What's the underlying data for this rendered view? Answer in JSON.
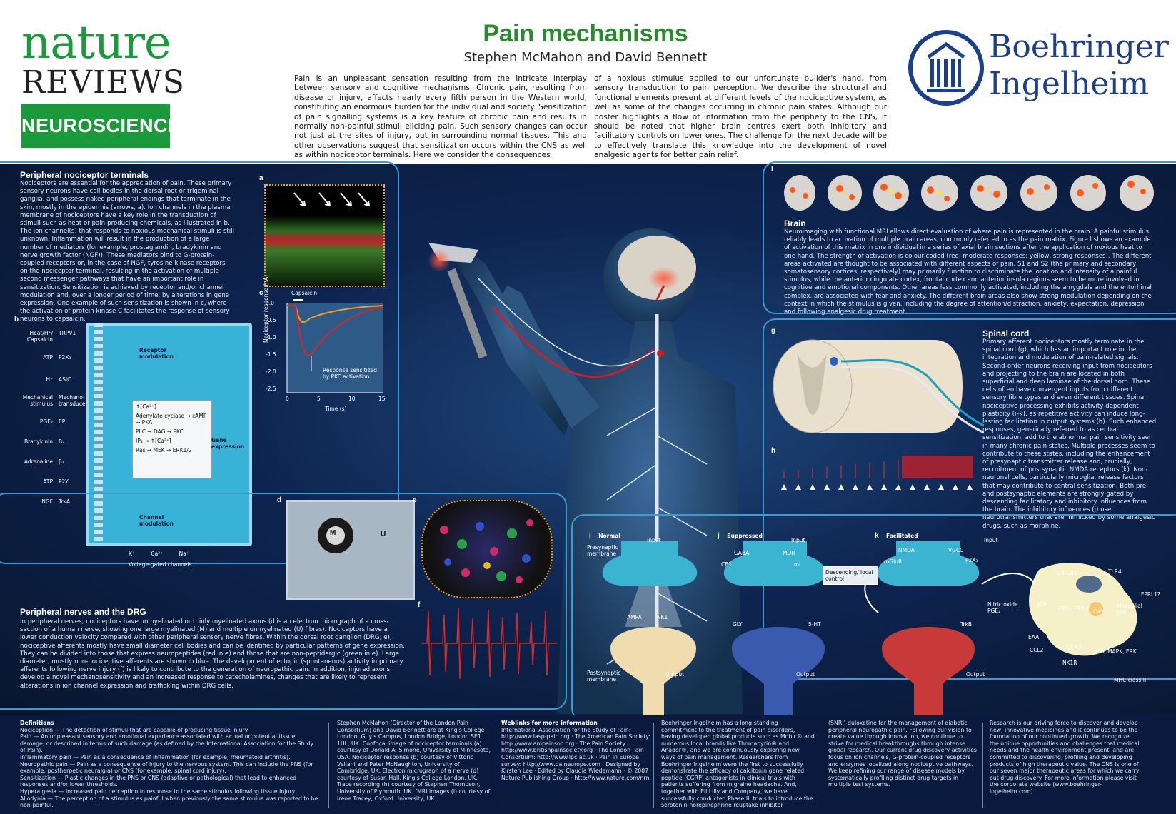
{
  "header": {
    "nature": "nature",
    "reviews": "REVIEWS",
    "neuroscience": "NEUROSCIENCE",
    "title": "Pain mechanisms",
    "authors": "Stephen McMahon and David Bennett",
    "intro_left": "Pain is an unpleasant sensation resulting from the intricate interplay between sensory and cognitive mechanisms. Chronic pain, resulting from disease or injury, affects nearly every fifth person in the Western world, constituting an enormous burden for the individual and society. Sensitization of pain signalling systems is a key feature of chronic pain and results in normally non-painful stimuli eliciting pain. Such sensory changes can occur not just at the sites of injury, but in surrounding normal tissues. This and other observations suggest that sensitization occurs within the CNS as well as within nociceptor terminals. Here we consider the consequences",
    "intro_right": "of a noxious stimulus applied to our unfortunate builder's hand, from sensory transduction to pain perception. We describe the structural and functional elements present at different levels of the nociceptive system, as well as some of the changes occurring in chronic pain states. Although our poster highlights a flow of information from the periphery to the CNS, it should be noted that higher brain centres exert both inhibitory and facilitatory controls on lower ones. The challenge for the next decade will be to effectively translate this knowledge into the development of novel analgesic agents for better pain relief.",
    "bi_line1": "Boehringer",
    "bi_line2": "Ingelheim"
  },
  "peripheral": {
    "title": "Peripheral nociceptor terminals",
    "text": "Nociceptors are essential for the appreciation of pain. These primary sensory neurons have cell bodies in the dorsal root or trigeminal ganglia, and possess naked peripheral endings that terminate in the skin, mostly in the epidermis (arrows, a). Ion channels in the plasma membrane of nociceptors have a key role in the transduction of stimuli such as heat or pain-producing chemicals, as illustrated in b. The ion channel(s) that responds to noxious mechanical stimuli is still unknown. Inflammation will result in the production of a large number of mediators (for example, prostaglandin, bradykinin and nerve growth factor (NGF)). These mediators bind to G-protein-coupled receptors or, in the case of NGF, tyrosine kinase receptors on the nociceptor terminal, resulting in the activation of multiple second messenger pathways that have an important role in sensitization. Sensitization is achieved by receptor and/or channel modulation and, over a longer period of time, by alterations in gene expression. One example of such sensitization is shown in c, where the activation of protein kinase C facilitates the response of sensory neurons to capsaicin."
  },
  "panel_b": {
    "label": "b",
    "stimuli": [
      "Heat/H⁺/ Capsaicin",
      "ATP",
      "H⁺",
      "Mechanical stimulus",
      "PGE₂",
      "Bradykinin",
      "Adrenaline",
      "ATP",
      "NGF"
    ],
    "receptors": [
      "TRPV1",
      "P2X₃",
      "ASIC",
      "Mechano- transducer",
      "EP",
      "B₂",
      "β₂",
      "P2Y",
      "TrkA"
    ],
    "receptor_modulation": "Receptor modulation",
    "channel_modulation": "Channel modulation",
    "gene_expression": "Gene expression",
    "pathway_1": "↑[Ca²⁺]",
    "pathway_2": "Adenylate cyclase → cAMP → PKA",
    "pathway_3": "PLC → DAG → PKC",
    "pathway_4": "IP₃ → ↑[Ca²⁺]",
    "pathway_5": "Ras → MEK → ERK1/2",
    "channels": [
      "K⁺",
      "Ca²⁺",
      "Na⁺"
    ],
    "channels_label": "Voltage-gated channels"
  },
  "panel_a": {
    "label": "a"
  },
  "panel_c": {
    "label": "c",
    "capsaicin": "Capsaicin",
    "ylabel": "Nociceptor response (nA)",
    "xlabel": "Time (s)",
    "annotation": "Response sensitized by PKC activation",
    "yticks": [
      "0.0",
      "-0.5",
      "-1.0",
      "-1.5",
      "-2.0",
      "-2.5"
    ],
    "xticks": [
      "0",
      "5",
      "10",
      "15"
    ]
  },
  "nerves": {
    "title": "Peripheral nerves and the DRG",
    "text": "In peripheral nerves, nociceptors have unmyelinated or thinly myelinated axons (d is an electron micrograph of a cross-section of a human nerve, showing one large myelinated (M) and multiple unmyelinated (U) fibres). Nociceptors have a lower conduction velocity compared with other peripheral sensory nerve fibres. Within the dorsal root ganglion (DRG; e), nociceptive afferents mostly have small diameter cell bodies and can be identified by particular patterns of gene expression. They can be divided into those that express neuropeptides (red in e) and those that are non-peptidergic (green in e). Large diameter, mostly non-nociceptive afferents are shown in blue. The development of ectopic (spontaneous) activity in primary afferents following nerve injury (f) is likely to contribute to the generation of neuropathic pain. In addition, injured axons develop a novel mechanosensitivity and an increased response to catecholamines, changes that are likely to represent alterations in ion channel expression and trafficking within DRG cells.",
    "label_d": "d",
    "label_e": "e",
    "label_f": "f",
    "m": "M",
    "u": "U"
  },
  "brain": {
    "label": "l",
    "title": "Brain",
    "text": "Neuroimaging with functional MRI allows direct evaluation of where pain is represented in the brain. A painful stimulus reliably leads to activation of multiple brain areas, commonly referred to as the pain matrix. Figure l shows an example of activation of this matrix in one individual in a series of axial brain sections after the application of noxious heat to one hand. The strength of activation is colour-coded (red, moderate responses; yellow, strong responses). The different areas activated are thought to be associated with different aspects of pain. S1 and S2 (the primary and secondary somatosensory cortices, respectively) may primarily function to discriminate the location and intensity of a painful stimulus, while the anterior cingulate cortex, frontal cortex and anterior insula regions seem to be more involved in cognitive and emotional components. Other areas less commonly activated, including the amygdala and the entorhinal complex, are associated with fear and anxiety. The different brain areas also show strong modulation depending on the context in which the stimulus is given, including the degree of attention/distraction, anxiety, expectation, depression and following analgesic drug treatment."
  },
  "spinal": {
    "label_g": "g",
    "label_h": "h",
    "title": "Spinal cord",
    "text": "Primary afferent nociceptors mostly terminate in the spinal cord (g), which has an important role in the integration and modulation of pain-related signals. Second-order neurons receiving input from nociceptors and projecting to the brain are located in both superficial and deep laminae of the dorsal horn. These cells often have convergent inputs from different sensory fibre types and even different tissues. Spinal nociceptive processing exhibits activity-dependent plasticity (i–k), as repetitive activity can induce long-lasting facilitation in output systems (h). Such enhanced responses, generically referred to as central sensitization, add to the abnormal pain sensitivity seen in many chronic pain states. Multiple processes seem to contribute to these states, including the enhancement of presynaptic transmitter release and, crucially, recruitment of postsynaptic NMDA receptors (k). Non-neuronal cells, particularly microglia, release factors that may contribute to central sensitization. Both pre- and postsynaptic elements are strongly gated by descending facilitatory and inhibitory influences from the brain. The inhibitory influences (j) use neurotransmitters that are mimicked by some analgesic drugs, such as morphine."
  },
  "synapses": {
    "i_label": "i",
    "i_title": "Normal",
    "j_label": "j",
    "j_title": "Suppressed",
    "k_label": "k",
    "k_title": "Facilitated",
    "presynaptic": "Presynaptic membrane",
    "postsynaptic": "Postsynaptic membrane",
    "input": "Input",
    "output": "Output",
    "descending": "Descending/ local control",
    "no": "Nitric oxide PGE₂",
    "microglial": "Microglial cell",
    "ampa": "AMPA",
    "nk1": "NK1",
    "gaba": "GABA",
    "cb1": "CB1",
    "mor": "MOR",
    "alpha2": "α₂",
    "gly": "GLY",
    "ht": "5-HT",
    "nmda": "NMDA",
    "mglur": "mGluR",
    "vgcc": "VGCC",
    "p2x3": "P2X₃",
    "trkb": "TrkB",
    "cx3cr1": "CX₃CR1",
    "tlr4": "TLR4",
    "fprl1": "FPRL1?",
    "atp": "ATP",
    "p2x": "P2X₄, P2X₇?",
    "ca": "Ca²⁺",
    "eaa": "EAA",
    "ccl2": "CCL2",
    "ccr2": "CCR2",
    "p38": "p38, MAPK, ERK",
    "nk1r": "NK1R",
    "mhc": "MHC class II"
  },
  "footer": {
    "def_title": "Definitions",
    "defs": [
      "Nociception — The detection of stimuli that are capable of producing tissue injury.",
      "Pain — An unpleasant sensory and emotional experience associated with actual or potential tissue damage, or described in terms of such damage (as defined by the International Association for the Study of Pain).",
      "Inflammatory pain — Pain as a consequence of inflammation (for example, rheumatoid arthritis).",
      "Neuropathic pain — Pain as a consequence of injury to the nervous system. This can include the PNS (for example, postherpetic neuralgia) or CNS (for example, spinal cord injury).",
      "Sensitization — Plastic changes in the PNS or CNS (adaptive or pathological) that lead to enhanced responses and/or lower thresholds.",
      "Hyperalgesia — Increased pain perception in response to the same stimulus following tissue injury.",
      "Allodynia — The perception of a stimulus as painful when previously the same stimulus was reported to be non-painful."
    ],
    "credits": "Stephen McMahon (Director of the London Pain Consortium) and David Bennett are at King's College London, Guy's Campus, London Bridge, London SE1 1UL, UK. Confocal image of nociceptor terminals (a) courtesy of Donald A. Simone, University of Minnesota, USA. Nociceptor response (b) courtesy of Vittorio Vellani and Peter McNaughton, University of Cambridge, UK. Electron micrograph of a nerve (d) courtesy of Susan Hall, King's College London, UK. Trace recording (h) courtesy of Stephen Thompson, University of Plymouth, UK. fMRI images (l) courtesy of Irene Tracey, Oxford University, UK.",
    "web_title": "Weblinks for more information",
    "web": "International Association for the Study of Pain: http://www.iasp-pain.org · The American Pain Society: http://www.ampainsoc.org · The Pain Society: http://www.britishpainsociety.org · The London Pain Consortium: http://www.lpc.ac.uk · Pain in Europe survey: http://www.paineurope.com · Designed by Kirsten Lee · Edited by Claudia Wiedemann · © 2007 Nature Publishing Group · http://www.nature.com/nrn",
    "bi1": "Boehringer Ingelheim has a long-standing commitment to the treatment of pain disorders, having developed global products such as Mobic® and numerous local brands like Thomapyrin® and Anador®, and we are continuously exploring new ways of pain management. Researchers from Boehringer Ingelheim were the first to successfully demonstrate the efficacy of calcitonin gene related peptide (CGRP) antagonists in clinical trials with patients suffering from migraine headache. And, together with Eli Lilly and Company, we have successfully conducted Phase III trials to introduce the serotonin-norepinephrine reuptake inhibitor",
    "bi2": "(SNRI) duloxetine for the management of diabetic peripheral neuropathic pain. Following our vision to create value through innovation, we continue to strive for medical breakthroughs through intense global research. Our current drug discovery activities focus on ion channels, G-protein-coupled receptors and enzymes localized along nociceptive pathways. We keep refining our range of disease models by systematically profiling distinct drug targets in multiple test systems.",
    "bi3": "Research is our driving force to discover and develop new, innovative medicines and it continues to be the foundation of our continued growth. We recognize the unique opportunities and challenges that medical needs and the health environment present, and are committed to discovering, profiling and developing products of high therapeutic value. The CNS is one of our seven major therapeutic areas for which we carry out drug discovery. For more information please visit the corporate website (www.boehringer-ingelheim.com)."
  },
  "colors": {
    "nature_green": "#1a9a3a",
    "bi_blue": "#1b3f8a",
    "panel_border": "#3a9ad6",
    "background": "#0b1a3a"
  }
}
